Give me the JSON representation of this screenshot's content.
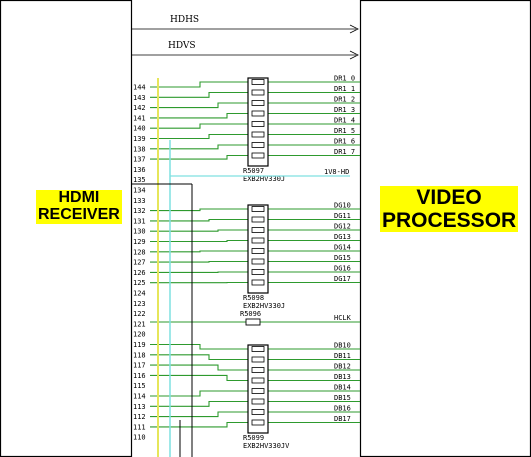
{
  "blocks": {
    "receiver_line1": "HDMI",
    "receiver_line2": "RECEIVER",
    "processor_line1": "VIDEO",
    "processor_line2": "PROCESSOR"
  },
  "signals": [
    "HDHS",
    "HDVS"
  ],
  "pins": [
    "144",
    "143",
    "142",
    "141",
    "140",
    "139",
    "138",
    "137",
    "136",
    "135",
    "134",
    "133",
    "132",
    "131",
    "130",
    "129",
    "128",
    "127",
    "126",
    "125",
    "124",
    "123",
    "122",
    "121",
    "120",
    "119",
    "118",
    "117",
    "116",
    "115",
    "114",
    "113",
    "112",
    "111",
    "110"
  ],
  "resistor_arrays": [
    {
      "name": "R5097",
      "part": "EXB2HV330J",
      "nets": [
        "DR1 0",
        "DR1 1",
        "DR1 2",
        "DR1 3",
        "DR1 4",
        "DR1 5",
        "DR1 6",
        "DR1 7"
      ]
    },
    {
      "name": "R5098",
      "part": "EXB2HV330J",
      "nets": [
        "DG10",
        "DG11",
        "DG12",
        "DG13",
        "DG14",
        "DG15",
        "DG16",
        "DG17"
      ]
    },
    {
      "name": "R5099",
      "part": "EXB2HV330JV",
      "nets": [
        "DB10",
        "DB11",
        "DB12",
        "DB13",
        "DB14",
        "DB15",
        "DB16",
        "DB17"
      ]
    }
  ],
  "extra_nets": {
    "vsync_net": "1V8-HD",
    "clock_net": "HCLK",
    "clock_resistor": "R5096"
  },
  "colors": {
    "green_wire": "#2e9a2e",
    "cyan_wire": "#7fe0e0",
    "yellow_wire": "#e6e65a",
    "label_bg": "#ffff00"
  }
}
